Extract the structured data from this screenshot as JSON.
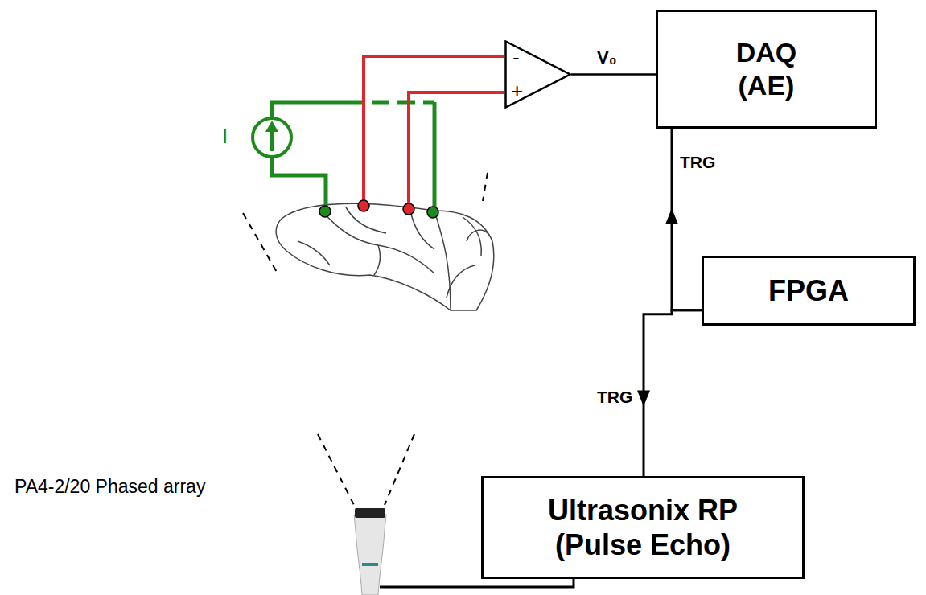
{
  "diagram": {
    "nodes": [
      {
        "text": [
          "-",
          "+"
        ]
      },
      {
        "text": [
          "DAQ (AE)"
        ]
      },
      {
        "text": [
          "FPGA"
        ]
      },
      {
        "text": [
          "Ultrasonix RP (Pulse Echo)"
        ]
      }
    ],
    "edges": [
      {
        "from": 0,
        "to": 1,
        "arrow": "none",
        "label": "V₀"
      },
      {
        "from": 2,
        "to": 1,
        "arrow": "to",
        "label": "TRG"
      },
      {
        "from": 2,
        "to": 3,
        "arrow": "to",
        "label": "TRG"
      }
    ],
    "labels": [
      "I",
      "PA4-2/20 Phased array"
    ]
  }
}
